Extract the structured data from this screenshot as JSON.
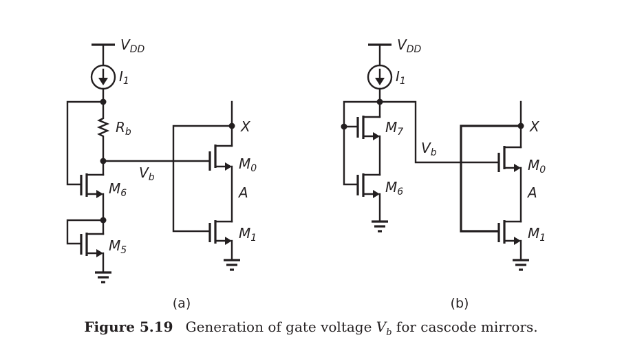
{
  "panels": [
    {
      "label": "(a)",
      "supply": {
        "main": "V",
        "sub": "DD"
      },
      "current_source": {
        "main": "I",
        "sub": "1"
      },
      "resistor": {
        "main": "R",
        "sub": "b"
      },
      "bias_node": {
        "main": "V",
        "sub": "b"
      },
      "output_node": "X",
      "mid_node": "A",
      "transistors": [
        {
          "main": "M",
          "sub": "6"
        },
        {
          "main": "M",
          "sub": "5"
        },
        {
          "main": "M",
          "sub": "0"
        },
        {
          "main": "M",
          "sub": "1"
        }
      ]
    },
    {
      "label": "(b)",
      "supply": {
        "main": "V",
        "sub": "DD"
      },
      "current_source": {
        "main": "I",
        "sub": "1"
      },
      "bias_node": {
        "main": "V",
        "sub": "b"
      },
      "output_node": "X",
      "mid_node": "A",
      "transistors": [
        {
          "main": "M",
          "sub": "7"
        },
        {
          "main": "M",
          "sub": "6"
        },
        {
          "main": "M",
          "sub": "0"
        },
        {
          "main": "M",
          "sub": "1"
        }
      ]
    }
  ],
  "caption": {
    "number": "Figure 5.19",
    "text_before": "Generation of gate voltage ",
    "var_main": "V",
    "var_sub": "b",
    "text_after": " for cascode mirrors."
  }
}
